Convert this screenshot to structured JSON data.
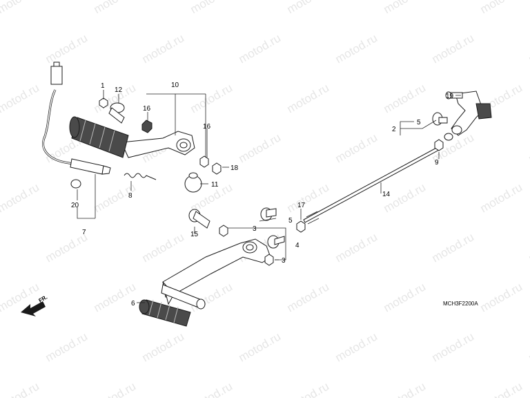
{
  "watermark": {
    "text": "motod.ru",
    "color": "#e6e6e6"
  },
  "callouts": {
    "c1": "1",
    "c2": "2",
    "c3a": "3",
    "c3b": "3",
    "c4": "4",
    "c5a": "5",
    "c5b": "5",
    "c6": "6",
    "c7": "7",
    "c8": "8",
    "c9": "9",
    "c10": "10",
    "c11": "11",
    "c12": "12",
    "c14": "14",
    "c15": "15",
    "c16a": "16",
    "c16b": "16",
    "c17": "17",
    "c18": "18",
    "c19": "19",
    "c20": "20"
  },
  "diagram_code": "MCH3F2200A",
  "front_arrow": {
    "label": "FR.",
    "icon": "front-direction-arrow-icon"
  }
}
